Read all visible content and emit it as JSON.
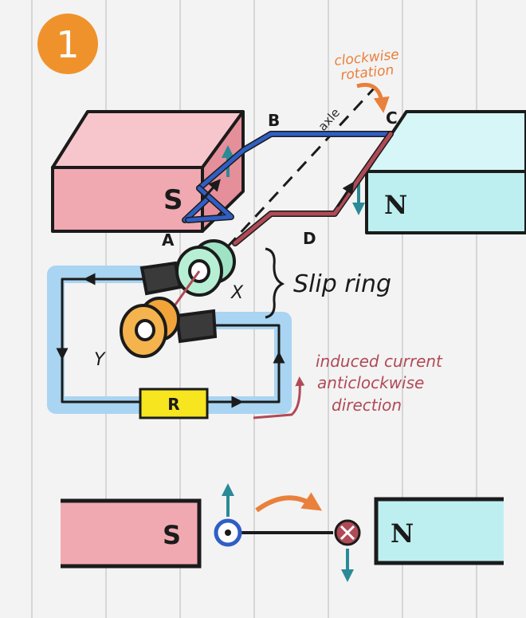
{
  "step_badge": "1",
  "colors": {
    "background": "#f3f3f3",
    "grid_line": "#d6d6d6",
    "badge": "#f0922b",
    "south_magnet": "#f1a9b1",
    "north_magnet": "#bdeff0",
    "coil_blue": "#2f5fc4",
    "coil_red": "#b04a56",
    "circuit_highlight": "#a9d4f2",
    "ring_green": "#9fe3c4",
    "ring_orange": "#f2a33a",
    "resistor": "#f6e51f",
    "force_arrow": "#2b8a97",
    "rotation_arrow": "#e9803b",
    "annotation": "#b04a56"
  },
  "magnets": {
    "south_label": "S",
    "north_label": "N"
  },
  "coil_labels": {
    "a": "A",
    "b": "B",
    "c": "C",
    "d": "D"
  },
  "axle_label": "axle",
  "rotation_note": [
    "clockwise",
    "rotation"
  ],
  "slip_ring": {
    "label": "Slip ring",
    "ring_x": "X",
    "ring_y": "Y"
  },
  "resistor_label": "R",
  "current_note": [
    "induced current",
    "anticlockwise",
    "direction"
  ],
  "cross_section": {
    "south_label": "S",
    "north_label": "N"
  }
}
